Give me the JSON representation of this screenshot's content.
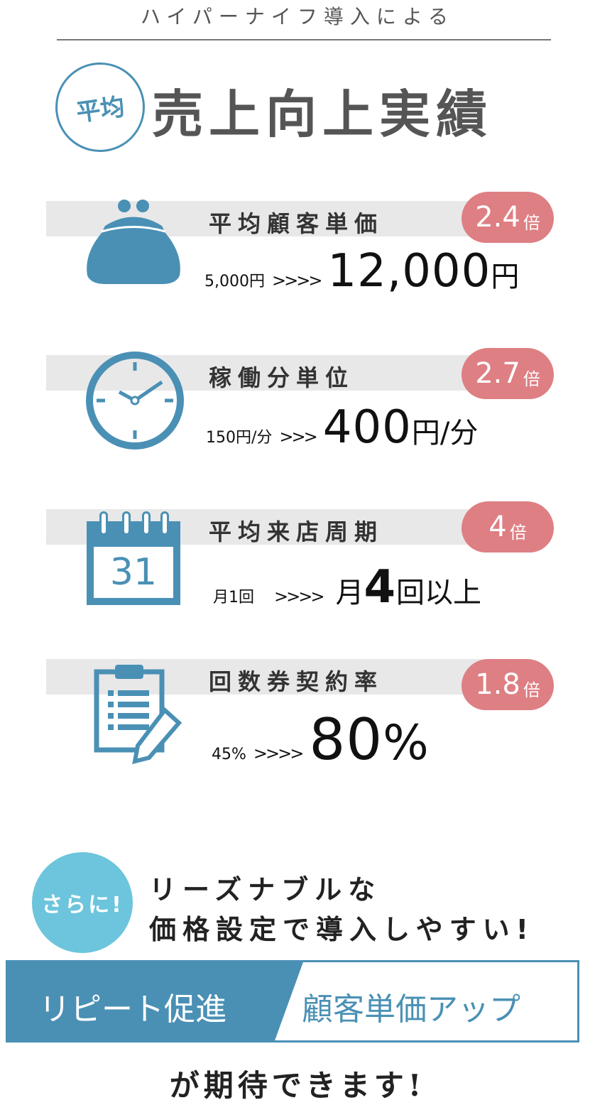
{
  "header": {
    "subtitle": "ハイパーナイフ導入による",
    "badge": "平均",
    "title": "売上向上実績"
  },
  "metrics": [
    {
      "label": "平均顧客単価",
      "multiplier": "2.4",
      "multiplier_unit": "倍",
      "before": "5,000円",
      "arrows": ">>>>",
      "after": "12,000",
      "after_unit": "円",
      "icon": "purse-icon"
    },
    {
      "label": "稼働分単位",
      "multiplier": "2.7",
      "multiplier_unit": "倍",
      "before": "150円/分",
      "arrows": ">>>",
      "after": "400",
      "after_unit": "円/分",
      "icon": "clock-icon"
    },
    {
      "label": "平均来店周期",
      "multiplier": "4",
      "multiplier_unit": "倍",
      "before": "月1回",
      "arrows": ">>>>",
      "after_prefix": "月",
      "after": "4",
      "after_unit": "回以上",
      "icon": "calendar-icon",
      "calendar_day": "31"
    },
    {
      "label": "回数券契約率",
      "multiplier": "1.8",
      "multiplier_unit": "倍",
      "before": "45%",
      "arrows": ">>>>",
      "after": "80",
      "after_unit": "%",
      "icon": "clipboard-icon"
    }
  ],
  "footer": {
    "badge": "さらに!",
    "line1": "リーズナブルな",
    "line2": "価格設定で導入しやすい!",
    "left_box": "リピート促進",
    "right_box": "顧客単価アップ",
    "closing": "が期待できます!"
  },
  "colors": {
    "blue": "#4a90b5",
    "pink": "#de7f83",
    "light_blue": "#6cc5dc"
  }
}
